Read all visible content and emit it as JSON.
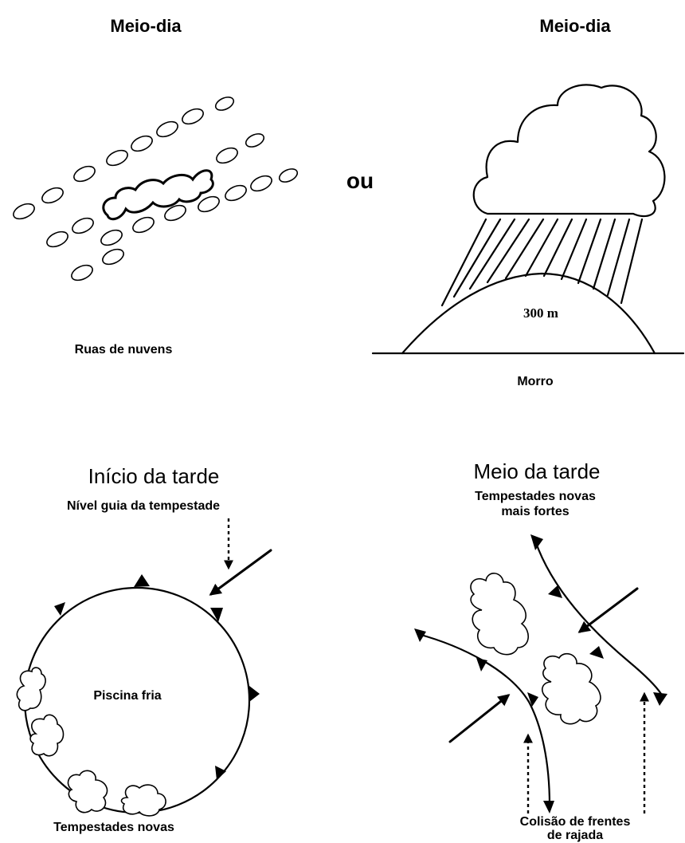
{
  "top_left": {
    "title": "Meio-dia",
    "caption": "Ruas de nuvens"
  },
  "middle": {
    "connector": "ou"
  },
  "top_right": {
    "title": "Meio-dia",
    "height_label": "300 m",
    "caption": "Morro"
  },
  "bottom_left": {
    "title": "Início da tarde",
    "subtitle": "Nível guia da tempestade",
    "center_label": "Piscina fria",
    "caption": "Tempestades novas"
  },
  "bottom_right": {
    "title": "Meio da tarde",
    "subtitle_line1": "Tempestades novas",
    "subtitle_line2": "mais fortes",
    "caption_line1": "Colisão de frentes",
    "caption_line2": "de rajada"
  }
}
